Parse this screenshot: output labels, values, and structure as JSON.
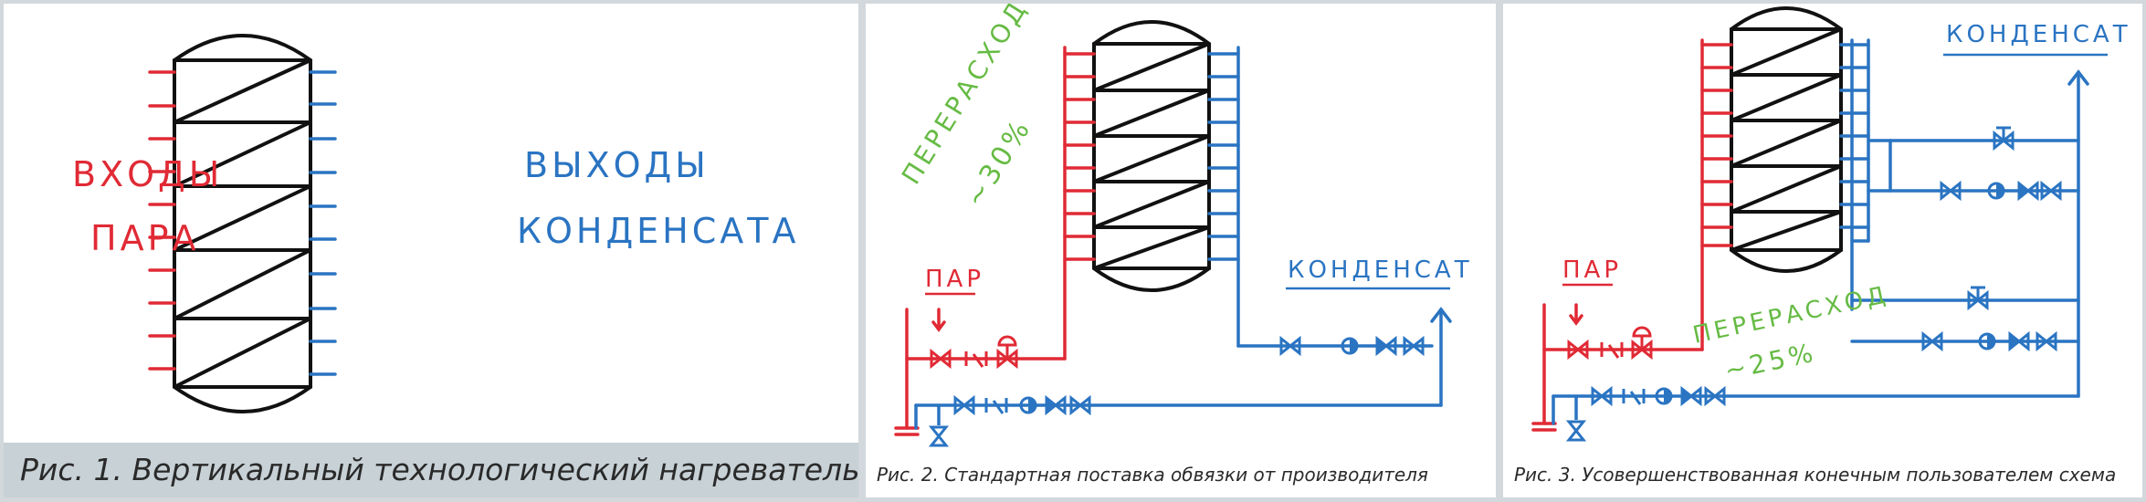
{
  "colors": {
    "steam": "#e02a35",
    "condensate": "#2a74c2",
    "overuse": "#66bb44",
    "vessel": "#111111"
  },
  "figure1": {
    "label_inlets_line1": "ВХОДЫ",
    "label_inlets_line2": "ПАРА",
    "label_outlets_line1": "ВЫХОДЫ",
    "label_outlets_line2": "КОНДЕНСАТА",
    "caption": "Рис. 1. Вертикальный технологический нагреватель"
  },
  "figure2": {
    "label_steam": "ПАР",
    "label_condensate": "КОНДЕНСАТ",
    "label_overuse_line1": "ПЕРЕРАСХОД",
    "label_overuse_line2": "~30%",
    "caption": "Рис. 2. Стандартная поставка обвязки от производителя"
  },
  "figure3": {
    "label_steam": "ПАР",
    "label_condensate": "КОНДЕНСАТ",
    "label_overuse_line1": "ПЕРЕРАСХОД",
    "label_overuse_line2": "~25%",
    "caption": "Рис. 3. Усовершенствованная конечным пользователем схема"
  }
}
